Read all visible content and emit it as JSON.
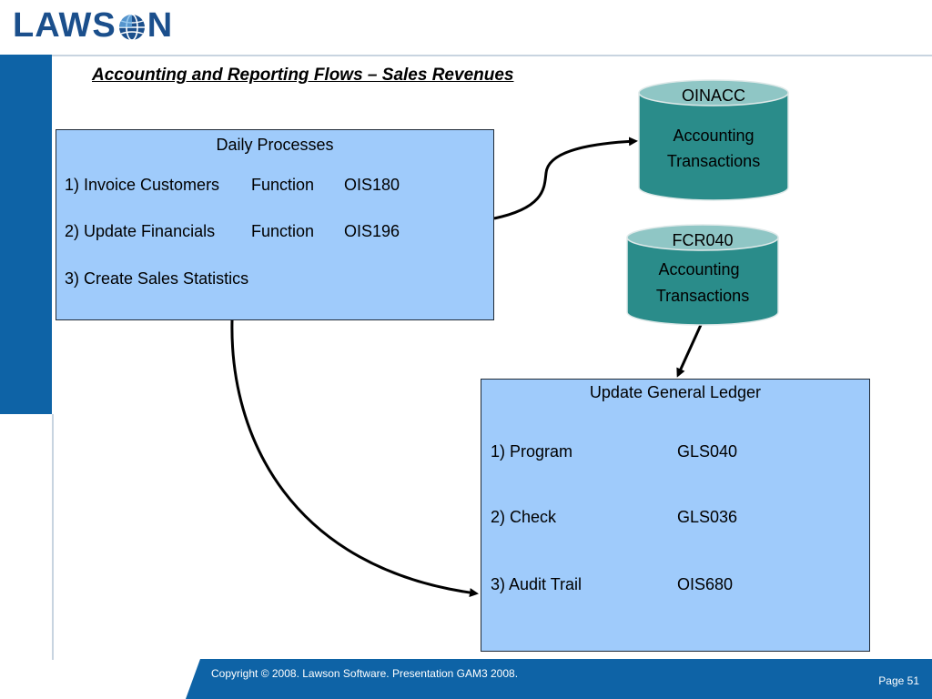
{
  "logo": {
    "left": "LAWS",
    "right": "N"
  },
  "title": "Accounting and Reporting Flows – Sales Revenues",
  "daily_box": {
    "header": "Daily Processes",
    "rows": [
      {
        "label": "1) Invoice Customers",
        "type": "Function",
        "code": "OIS180"
      },
      {
        "label": "2) Update Financials",
        "type": "Function",
        "code": "OIS196"
      },
      {
        "label": "3) Create Sales Statistics",
        "type": "",
        "code": ""
      }
    ]
  },
  "cylinder_1": {
    "name": "OINACC",
    "line1": "Accounting",
    "line2": "Transactions"
  },
  "cylinder_2": {
    "name": "FCR040",
    "line1": "Accounting",
    "line2": "Transactions"
  },
  "gl_box": {
    "header": "Update General Ledger",
    "rows": [
      {
        "label": "1) Program",
        "code": "GLS040"
      },
      {
        "label": "2) Check",
        "code": "GLS036"
      },
      {
        "label": "3) Audit Trail",
        "code": "OIS680"
      }
    ]
  },
  "footer": {
    "copyright": "Copyright © 2008.  Lawson Software.  Presentation GAM3 2008.",
    "page": "Page 51"
  },
  "colors": {
    "brand_blue": "#0e63a6",
    "box_fill": "#9fcbfb",
    "cylinder_fill": "#2a8c8a"
  }
}
